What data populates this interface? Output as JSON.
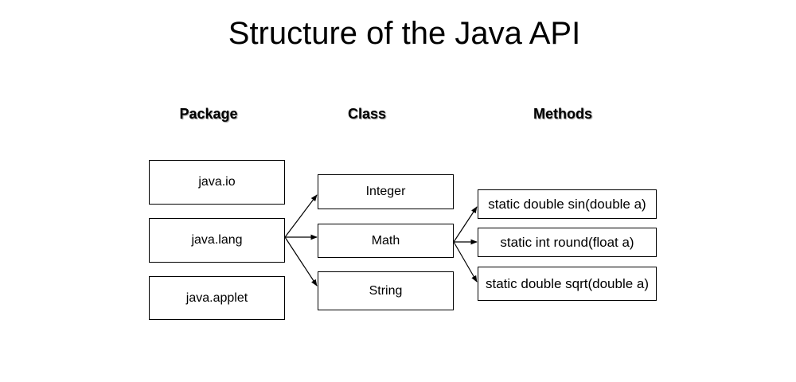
{
  "title": "Structure of the Java API",
  "headers": {
    "package": "Package",
    "class": "Class",
    "methods": "Methods"
  },
  "packages": [
    "java.io",
    "java.lang",
    "java.applet"
  ],
  "classes": [
    "Integer",
    "Math",
    "String"
  ],
  "methods": [
    "static double sin(double a)",
    "static int round(float a)",
    "static double sqrt(double a)"
  ],
  "colors": {
    "line": "#000000",
    "box_border": "#000000",
    "background": "#ffffff"
  }
}
